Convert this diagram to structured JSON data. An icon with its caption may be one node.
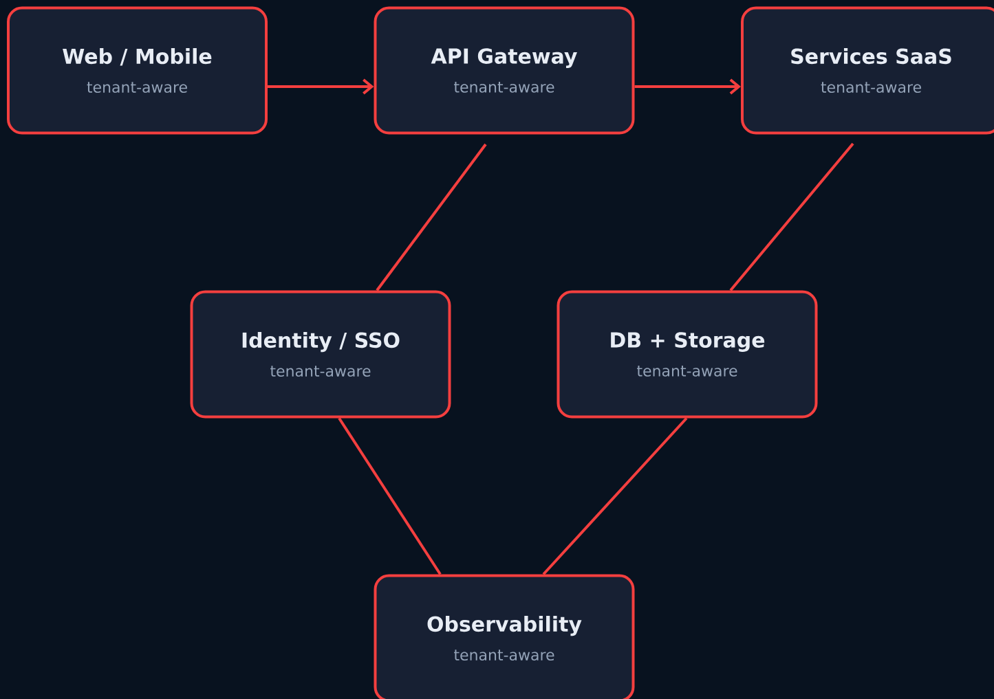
{
  "diagram": {
    "nodes": [
      {
        "text": [
          "Web / Mobile",
          "tenant-aware"
        ]
      },
      {
        "text": [
          "API Gateway",
          "tenant-aware"
        ]
      },
      {
        "text": [
          "Services SaaS",
          "tenant-aware"
        ]
      },
      {
        "text": [
          "Identity / SSO",
          "tenant-aware"
        ]
      },
      {
        "text": [
          "DB + Storage",
          "tenant-aware"
        ]
      },
      {
        "text": [
          "Observability",
          "tenant-aware"
        ]
      }
    ],
    "edges": [
      {
        "from": 0,
        "to": 1,
        "arrow": "to"
      },
      {
        "from": 1,
        "to": 2,
        "arrow": "to"
      },
      {
        "from": 1,
        "to": 3,
        "arrow": "none"
      },
      {
        "from": 2,
        "to": 4,
        "arrow": "none"
      },
      {
        "from": 3,
        "to": 5,
        "arrow": "none"
      },
      {
        "from": 4,
        "to": 5,
        "arrow": "none"
      }
    ]
  }
}
